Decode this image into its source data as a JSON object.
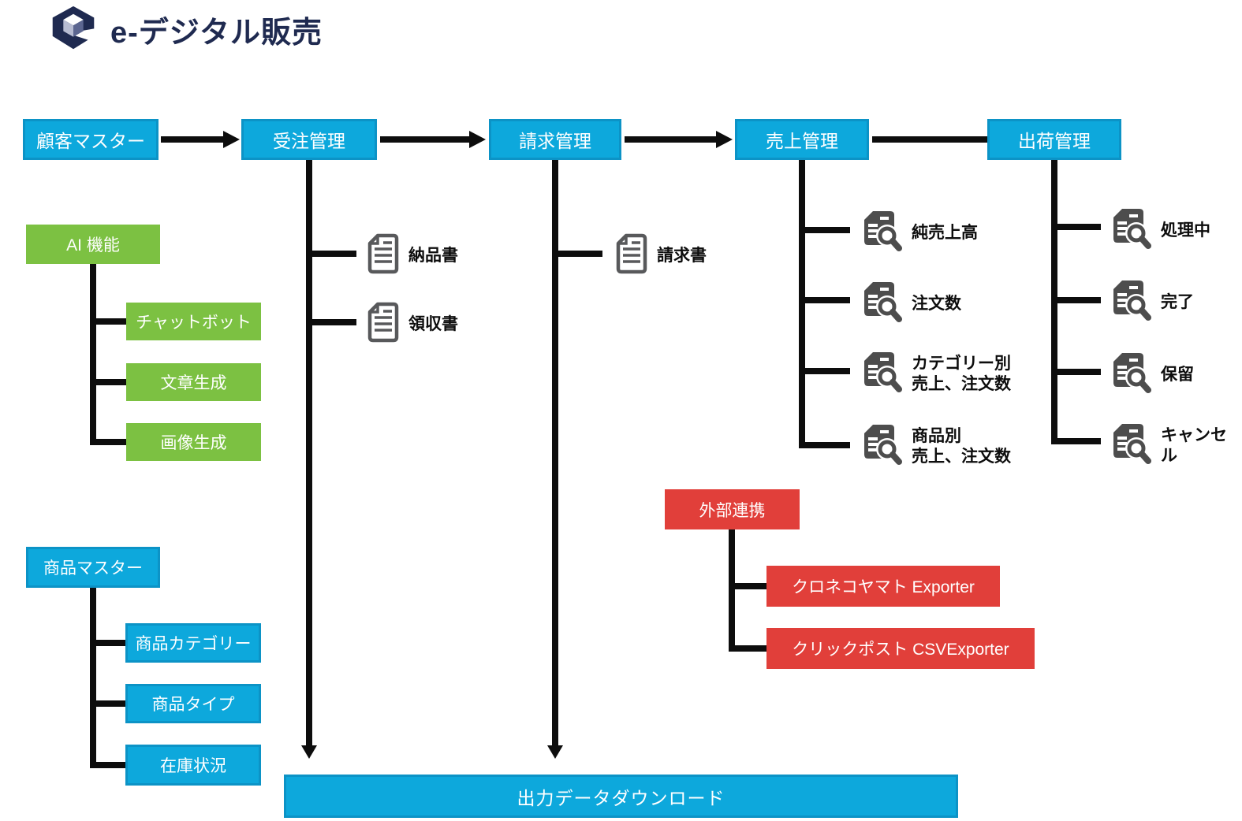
{
  "logo": {
    "title": "e-デジタル販売"
  },
  "colors": {
    "node_blue": "#0DA8DC",
    "node_blue_border": "#0C93C6",
    "node_green": "#7CC142",
    "node_red": "#E13F3A",
    "logo_navy": "#1F2A50",
    "connector_black": "#0D0D0D",
    "icon_gray": "#4D4D4D"
  },
  "flow": [
    {
      "label": "顧客マスター"
    },
    {
      "label": "受注管理"
    },
    {
      "label": "請求管理"
    },
    {
      "label": "売上管理"
    },
    {
      "label": "出荷管理"
    }
  ],
  "ai": {
    "parent": "AI 機能",
    "children": [
      {
        "label": "チャットボット"
      },
      {
        "label": "文章生成"
      },
      {
        "label": "画像生成"
      }
    ]
  },
  "order_outputs": [
    {
      "label": "納品書",
      "icon": "document-icon"
    },
    {
      "label": "領収書",
      "icon": "document-icon"
    }
  ],
  "billing_outputs": [
    {
      "label": "請求書",
      "icon": "document-icon"
    }
  ],
  "sales_reports": [
    {
      "label": "純売上高",
      "icon": "file-search-icon"
    },
    {
      "label": "注文数",
      "icon": "file-search-icon"
    },
    {
      "label": "カテゴリー別\n売上、注文数",
      "icon": "file-search-icon"
    },
    {
      "label": "商品別\n売上、注文数",
      "icon": "file-search-icon"
    }
  ],
  "shipping_statuses": [
    {
      "label": "処理中",
      "icon": "file-search-icon"
    },
    {
      "label": "完了",
      "icon": "file-search-icon"
    },
    {
      "label": "保留",
      "icon": "file-search-icon"
    },
    {
      "label": "キャンセル",
      "icon": "file-search-icon"
    }
  ],
  "external": {
    "parent": "外部連携",
    "children": [
      {
        "label": "クロネコヤマト Exporter"
      },
      {
        "label": "クリックポスト CSVExporter"
      }
    ]
  },
  "product": {
    "parent": "商品マスター",
    "children": [
      {
        "label": "商品カテゴリー"
      },
      {
        "label": "商品タイプ"
      },
      {
        "label": "在庫状況"
      }
    ]
  },
  "download": {
    "label": "出力データダウンロード"
  }
}
